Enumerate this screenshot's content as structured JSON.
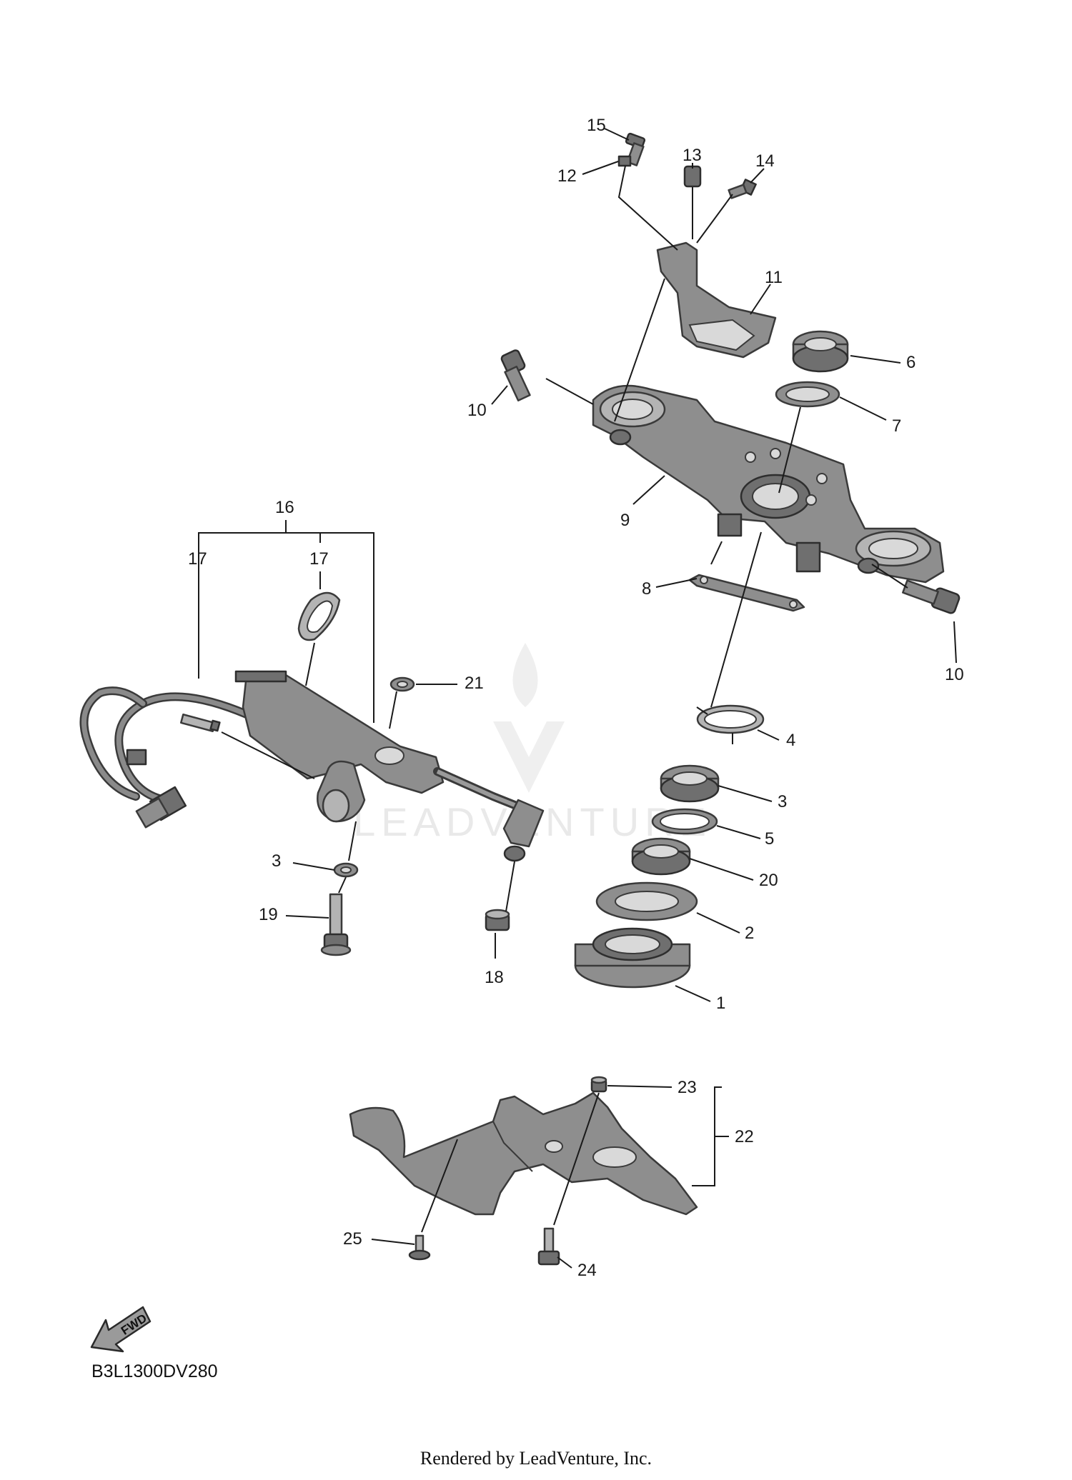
{
  "diagram": {
    "callouts": [
      {
        "id": "c15",
        "text": "15"
      },
      {
        "id": "c13",
        "text": "13"
      },
      {
        "id": "c14",
        "text": "14"
      },
      {
        "id": "c12",
        "text": "12"
      },
      {
        "id": "c11",
        "text": "11"
      },
      {
        "id": "c6",
        "text": "6"
      },
      {
        "id": "c10a",
        "text": "10"
      },
      {
        "id": "c7",
        "text": "7"
      },
      {
        "id": "c9",
        "text": "9"
      },
      {
        "id": "c16",
        "text": "16"
      },
      {
        "id": "c17a",
        "text": "17"
      },
      {
        "id": "c17b",
        "text": "17"
      },
      {
        "id": "c8",
        "text": "8"
      },
      {
        "id": "c10b",
        "text": "10"
      },
      {
        "id": "c21",
        "text": "21"
      },
      {
        "id": "c4",
        "text": "4"
      },
      {
        "id": "c3a",
        "text": "3"
      },
      {
        "id": "c5",
        "text": "5"
      },
      {
        "id": "c3b",
        "text": "3"
      },
      {
        "id": "c20",
        "text": "20"
      },
      {
        "id": "c19",
        "text": "19"
      },
      {
        "id": "c2",
        "text": "2"
      },
      {
        "id": "c18",
        "text": "18"
      },
      {
        "id": "c1",
        "text": "1"
      },
      {
        "id": "c23",
        "text": "23"
      },
      {
        "id": "c22",
        "text": "22"
      },
      {
        "id": "c25",
        "text": "25"
      },
      {
        "id": "c24",
        "text": "24"
      }
    ],
    "fwd_label": "FWD",
    "diagram_code": "B3L1300DV280",
    "watermark": "LEADVENTURE"
  },
  "footer": {
    "credit": "Rendered by LeadVenture, Inc."
  }
}
